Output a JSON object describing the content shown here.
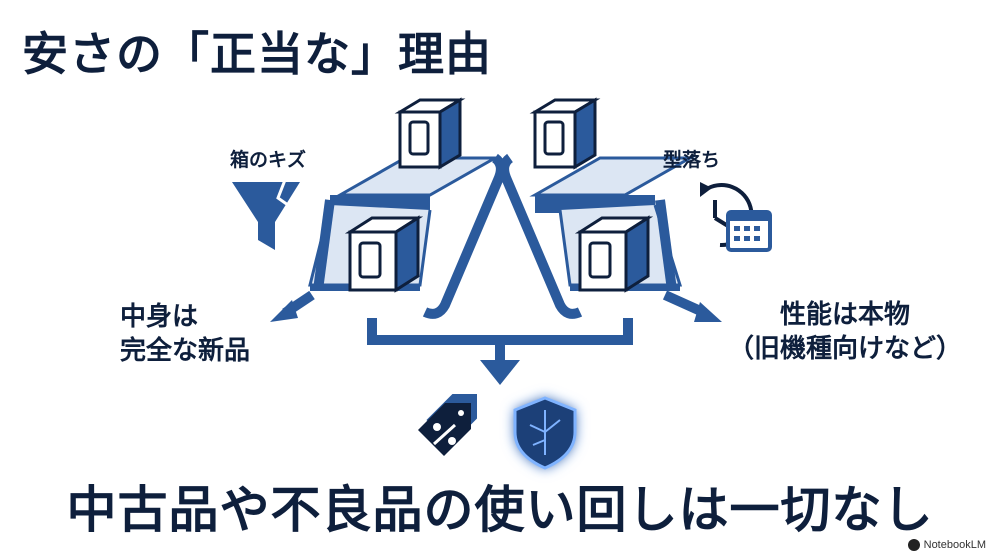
{
  "title": "安さの「正当な」理由",
  "labels": {
    "box_damage": "箱のキズ",
    "old_model": "型落ち",
    "contents_line1": "中身は",
    "contents_line2": "完全な新品",
    "performance_line1": "性能は本物",
    "performance_line2": "（旧機種向けなど）"
  },
  "conclusion": "中古品や不良品の使い回しは一切なし",
  "brand": "NotebookLM",
  "icons": [
    "funnel-icon",
    "clock-calendar-icon",
    "price-tag-percent-icon",
    "shield-icon",
    "box-icon",
    "conveyor-belt-icon",
    "arrow-icon"
  ],
  "colors": {
    "navy": "#0e1f3c",
    "blue": "#2b5a9c",
    "light_blue": "#dce6f3",
    "glow": "#7fb3ff"
  }
}
